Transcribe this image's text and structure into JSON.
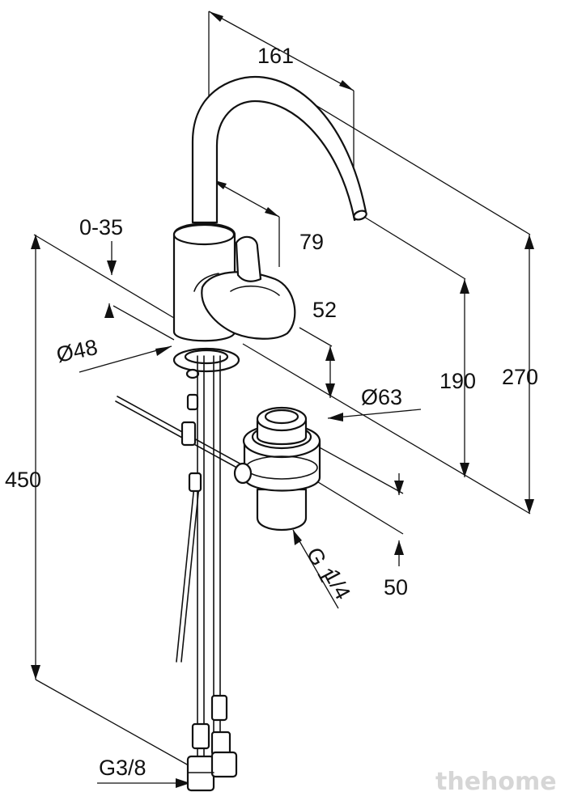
{
  "dimensions": {
    "spout_reach": "161",
    "spout_offset": "79",
    "adjust_range": "0-35",
    "handle_height": "52",
    "body_diameter": "Ø48",
    "plug_diameter": "Ø63",
    "spout_height": "190",
    "total_height": "270",
    "connection_length": "450",
    "waste_length": "50",
    "waste_thread": "G 1",
    "waste_thread_fraction": "1/4",
    "hose_thread": "G3/8"
  },
  "watermark": "thehome"
}
